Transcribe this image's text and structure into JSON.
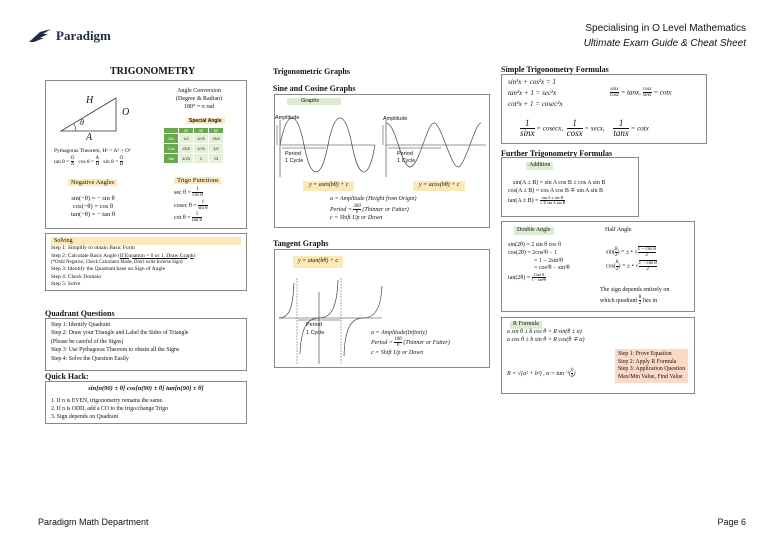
{
  "header": {
    "brand": "Paradigm",
    "line1": "Specialising in O Level Mathematics",
    "line2": "Ultimate Exam Guide & Cheat Sheet"
  },
  "footer": {
    "left": "Paradigm Math Department",
    "right": "Page 6"
  },
  "col1": {
    "title": "TRIGONOMETRY",
    "triangle": {
      "H": "H",
      "O": "O",
      "A": "A",
      "theta": "θ"
    },
    "pythagoras": "Pythagoras Theorem, H² = A² + O²",
    "ratios": {
      "tan": "tan θ = ",
      "tan_n": "O",
      "tan_d": "A",
      "cos": "cos θ = ",
      "cos_n": "A",
      "cos_d": "H",
      "sin": "sin θ = ",
      "sin_n": "O",
      "sin_d": "H"
    },
    "angle_conversion": [
      "Angle Conversion",
      "(Degree & Radian)",
      "180° = π rad"
    ],
    "special_angle": {
      "label": "Special Angle",
      "headers": [
        "",
        "30",
        "45",
        "60"
      ],
      "rows": [
        [
          "Sin",
          "1/2",
          "1/√2",
          "√3/2"
        ],
        [
          "Cos",
          "√3/2",
          "1/√2",
          "1/2"
        ],
        [
          "Tan",
          "1/√3",
          "1",
          "√3"
        ]
      ]
    },
    "negative_angles": {
      "label": "Negative Angles",
      "lines": [
        "sin(−θ) = − sin θ",
        "cos(−θ) = cos θ",
        "tan(−θ) = − tan θ"
      ]
    },
    "trigo_functions": {
      "label": "Trigo Functions",
      "sec": "sec θ = ",
      "sec_d": "cos θ",
      "cosec": "cosec θ = ",
      "cosec_d": "sin θ",
      "cot": "cot θ = ",
      "cot_d": "tan θ",
      "one": "1"
    },
    "solving": {
      "label": "Solving",
      "s1": "Step 1: Simplify to obtain Basic Form",
      "s2a": "Step 2: Calculate Basic Angle (",
      "s2b": "If Equation = 0 or 1, Draw Graph",
      "s2c": ")",
      "note": "(*Omit Negative, Check Calculator Mode, Don't write Inverse Sign)",
      "s3": "Step 3: Identify the Quadrant base on Sign of Angle",
      "s4": "Step 4: Check Domain",
      "s5": "Step 5: Solve"
    },
    "quadrant": {
      "title": "Quadrant Questions",
      "lines": [
        "Step 1: Identify Quadrant",
        "Step 2: Draw your Triangle and Label the Sides of Triangle",
        "(Please be careful of the Signs)",
        "Step 3: Use Pythagoras Theorem to obtain all the Signs",
        "Step 4: Solve the Question Easily"
      ]
    },
    "quick_hack": {
      "title": "Quick Hack:",
      "formula": "sin[n(90) ± θ]  cos[n(90) ± θ]  tan[n(90) ± θ]",
      "lines": [
        "1. If n is EVEN, trigonometry remains the same.",
        "2. If n is ODD, add a CO to the trigo/change Trigo",
        "3. Sign depends on Quadrant"
      ]
    }
  },
  "col2": {
    "title": "Trigonometric Graphs",
    "sine_cos": {
      "title": "Sine and Cosine Graphs",
      "label": "Graphs",
      "amplitude": "Amplitude",
      "period": "Period",
      "cycle": "1 Cycle",
      "sin_eq": "y = asin(bθ) + c",
      "cos_eq": "y = acos(bθ) + c",
      "a_line": "a = Amplitude (Height from Origin)",
      "period_pre": "Period = ",
      "period_n": "360",
      "period_d": "b",
      "period_post": " (Thinner or Fatter)",
      "c_line": "c = Shift Up or Down"
    },
    "tangent": {
      "title": "Tangent Graphs",
      "eq": "y = atan(bθ) + c",
      "period": "Period",
      "cycle": "1 Cycle",
      "a_line": "a = Amplitude(Infinity)",
      "period_pre": "Period = ",
      "period_n": "180",
      "period_d": "b",
      "period_post": " (Thinner or Fatter)",
      "c_line": "c = Shift Up or Down"
    }
  },
  "col3": {
    "simple": {
      "title": "Simple Trigonometry Formulas",
      "l1": "sin²x + cos²x = 1",
      "l2": "tan²x + 1 = sec²x",
      "l3": "cot²x + 1 = cosec²x",
      "q1n": "sinx",
      "q1d": "cosx",
      "q1r": " = tanx, ",
      "q2n": "cosx",
      "q2d": "sinx",
      "q2r": " = cotx",
      "one": "1",
      "r1d": "sinx",
      "r1r": " = cosecx,",
      "r2d": "cosx",
      "r2r": " = secx,",
      "r3d": "tanx",
      "r3r": " = cotx"
    },
    "further": {
      "title": "Further Trigonometry Formulas",
      "label": "Addition",
      "sin": "sin(A ± B) = sin A cos B ± cos A sin B",
      "cos": "cos(A ± B) = cos A cos B ∓ sin A sin B",
      "tan": "tan(A ± B) = ",
      "tan_n": "tan A ± tan B",
      "tan_d": "1 ∓ tan A tan B"
    },
    "double": {
      "label": "Double Angle",
      "l1": "sin(2θ) = 2 sin θ cos θ",
      "l2": "cos(2θ) = 2cos²θ − 1",
      "l3": "= 1 − 2sin²θ",
      "l4": "= cos²θ − sin²θ",
      "l5": "tan(2θ) = ",
      "l5n": "2 tan θ",
      "l5d": "1 − tan²θ"
    },
    "half": {
      "label": "Half Angle",
      "sin": "sin",
      "cos": "cos",
      "half_n": "θ",
      "half_d": "2",
      "pm": " = ± ",
      "rad_n_sin": "1 − cos θ",
      "rad_n_cos": "1 − cos θ",
      "rad_d": "2",
      "note1": "The sign depends entirely on",
      "note2a": "which quadrant ",
      "note2b": " lies in"
    },
    "r_formula": {
      "label": "R Formula",
      "l1": "a sin θ ± b cos θ = R sin(θ ± α)",
      "l2": "a cos θ ± b sin θ = R cos(θ ∓ α)",
      "r": "R = √(a² + b²) ,  α = tan⁻¹",
      "r_n": "b",
      "r_d": "a",
      "steps": [
        "Step 1: Prove Equation",
        "Step 2: Apply R Formula",
        "Step 3: Application Question",
        "Max/Min Value, Find Value"
      ]
    }
  },
  "colors": {
    "yellow": "#fde9b8",
    "green": "#dcebd2",
    "orange": "#fbd9c6",
    "table_green": "#6aa84f",
    "brand": "#1f2a44"
  }
}
